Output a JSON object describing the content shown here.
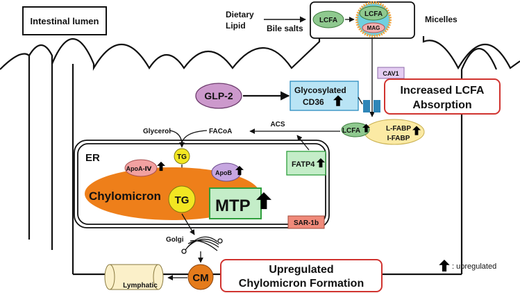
{
  "labels": {
    "intestinal_lumen": "Intestinal lumen",
    "dietary_lipid_line1": "Dietary",
    "dietary_lipid_line2": "Lipid",
    "bile_salts": "Bile salts",
    "micelles": "Micelles",
    "lcfa_micelle_outer": "LCFA",
    "lcfa_micelle_inner": "LCFA",
    "mag": "MAG",
    "cav1": "CAV1",
    "glp2": "GLP-2",
    "cd36_line1": "Glycosylated",
    "cd36_line2": "CD36",
    "increased_line1": "Increased LCFA",
    "increased_line2": "Absorption",
    "glycerol": "Glycerol",
    "facoa": "FACoA",
    "acs": "ACS",
    "lcfa_cell": "LCFA",
    "lfabp": "L-FABP",
    "ifabp": "I-FABP",
    "er": "ER",
    "tg_small": "TG",
    "apoa4": "ApoA-Ⅳ",
    "apob": "ApoB",
    "fatp4": "FATP4",
    "chylomicron": "Chylomicron",
    "tg_large": "TG",
    "mtp": "MTP",
    "sar1b": "SAR-1b",
    "golgi": "Golgi",
    "cm": "CM",
    "lymphatic": "Lymphatic",
    "upregulated_line1": "Upregulated",
    "upregulated_line2": "Chylomicron Formation",
    "legend_upregulated": ": upregulated"
  },
  "colors": {
    "glp2_fill": "#cc99cc",
    "cd36_fill": "#b9e4f5",
    "cd36_border": "#2a8cc0",
    "transporter_blue": "#2f86b8",
    "lcfa_green": "#8fc98f",
    "fabp_yellow": "#fbeaa4",
    "tg_yellow": "#f2e622",
    "chylomicron_orange": "#ee7f1a",
    "apoa4_pink": "#f2a1a1",
    "apob_purple": "#c6a6e0",
    "fatp4_green": "#c4edc8",
    "mtp_green": "#c4edc8",
    "mtp_border": "#2e9e3c",
    "sar1b_salmon": "#f08a7a",
    "cav1_lilac": "#e4cdf2",
    "highlight_red": "#d0332f",
    "cm_orange": "#e57b1b",
    "lymphatic_cream": "#fbf0c9",
    "mag_pink": "#f2b0b0",
    "micelle_orange": "#f4a23b",
    "micelle_teal": "#70d0e0"
  },
  "icons": {
    "up_arrow": "up-arrow-icon",
    "transporter": "cd36-transporter-icon",
    "golgi": "golgi-stack-icon"
  }
}
